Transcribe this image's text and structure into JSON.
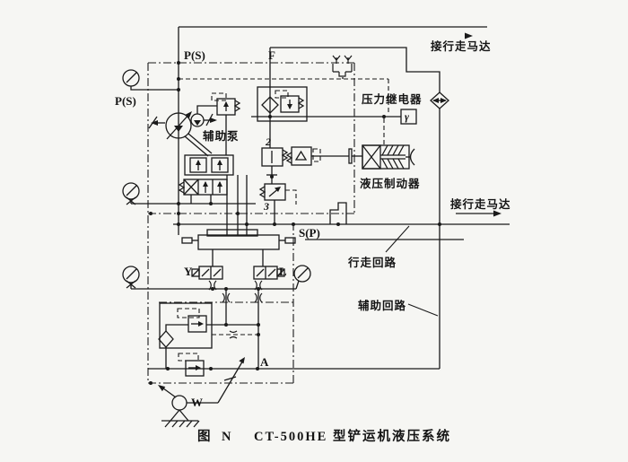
{
  "caption": {
    "fig_label": "图",
    "fig_number": "N",
    "title": "CT-500HE 型铲运机液压系统"
  },
  "ports": {
    "ps_top": "P(S)",
    "ps_gauge": "P(S)",
    "f": "F",
    "sp": "S(P)",
    "a": "A",
    "w": "W",
    "y": "Y",
    "l": "L"
  },
  "components": {
    "aux_pump": "辅助泵",
    "pressure_relay": "压力继电器",
    "relay_symbol": "γ",
    "hydraulic_brake": "液压制动器",
    "valve_2": "2",
    "valve_3": "3"
  },
  "annotations": {
    "to_travel_motor_top": "接行走马达",
    "to_travel_motor_right": "接行走马达",
    "travel_circuit": "行走回路",
    "auxiliary_circuit": "辅助回路"
  },
  "colors": {
    "line": "#1a1a1a",
    "background": "#f6f6f3"
  }
}
